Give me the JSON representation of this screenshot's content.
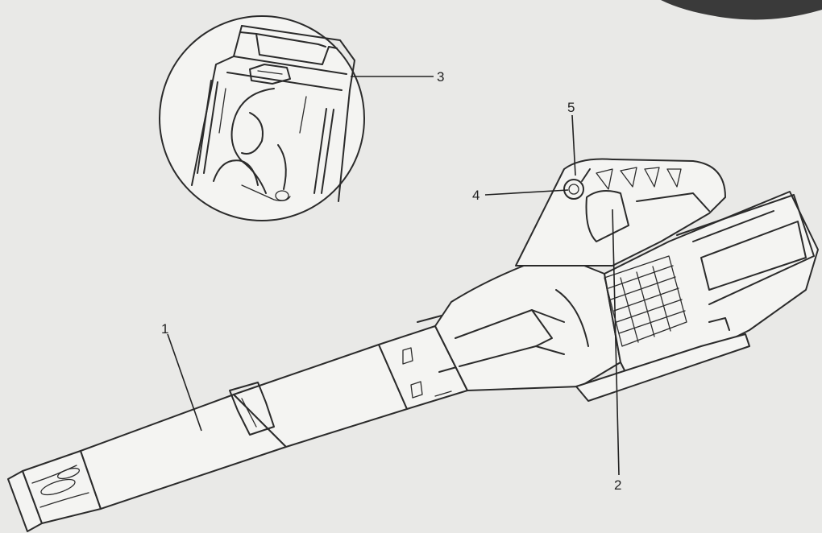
{
  "callouts": {
    "c1": "1",
    "c2": "2",
    "c3": "3",
    "c4": "4",
    "c5": "5"
  },
  "colors": {
    "background": "#e9e9e7",
    "ink": "#2b2b2b"
  }
}
